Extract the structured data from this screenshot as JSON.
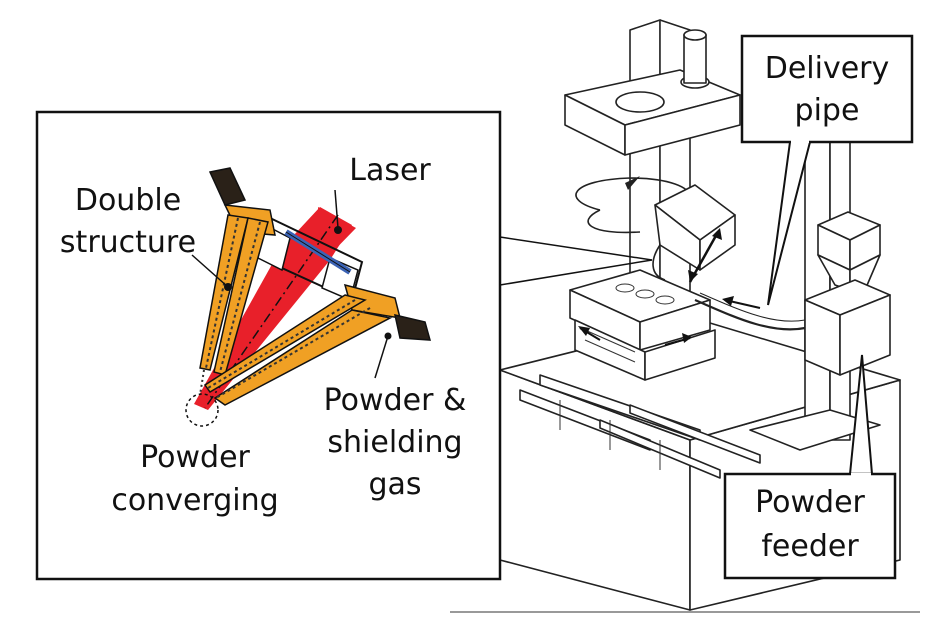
{
  "labels": {
    "laser": "Laser",
    "double_structure": [
      "Double",
      "structure"
    ],
    "powder_shielding": [
      "Powder &",
      "shielding",
      "gas"
    ],
    "powder_converging": [
      "Powder",
      "converging"
    ],
    "delivery_pipe": [
      "Delivery",
      "pipe"
    ],
    "powder_feeder": [
      "Powder",
      "feeder"
    ]
  },
  "colors": {
    "laser": "#e8202a",
    "nozzle": "#f0a024",
    "lens": "#3b63b5",
    "outline": "#111111"
  }
}
